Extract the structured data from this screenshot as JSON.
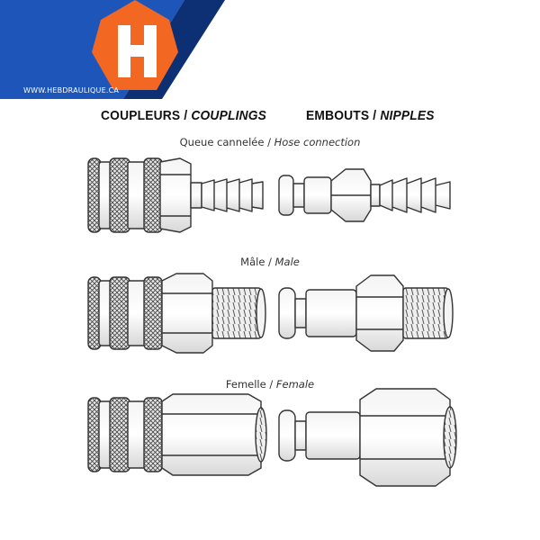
{
  "brand": {
    "logo_letter": "H",
    "website": "WWW.HEBDRAULIQUE.CA",
    "colors": {
      "blue": "#1d56b8",
      "dark_blue": "#0d2f73",
      "orange": "#f26722",
      "ink": "#333333"
    }
  },
  "headings": {
    "couplings": {
      "fr": "COUPLEURS /",
      "en": "COUPLINGS"
    },
    "nipples": {
      "fr": "EMBOUTS /",
      "en": "NIPPLES"
    }
  },
  "rows": [
    {
      "fr": "Queue cannelée /",
      "en": "Hose connection"
    },
    {
      "fr": "Mâle /",
      "en": "Male"
    },
    {
      "fr": "Femelle /",
      "en": "Female"
    }
  ],
  "icons": [
    "hex-logo-icon",
    "hose-coupling-icon",
    "hose-nipple-icon",
    "male-coupling-icon",
    "male-nipple-icon",
    "female-coupling-icon",
    "female-nipple-icon"
  ]
}
